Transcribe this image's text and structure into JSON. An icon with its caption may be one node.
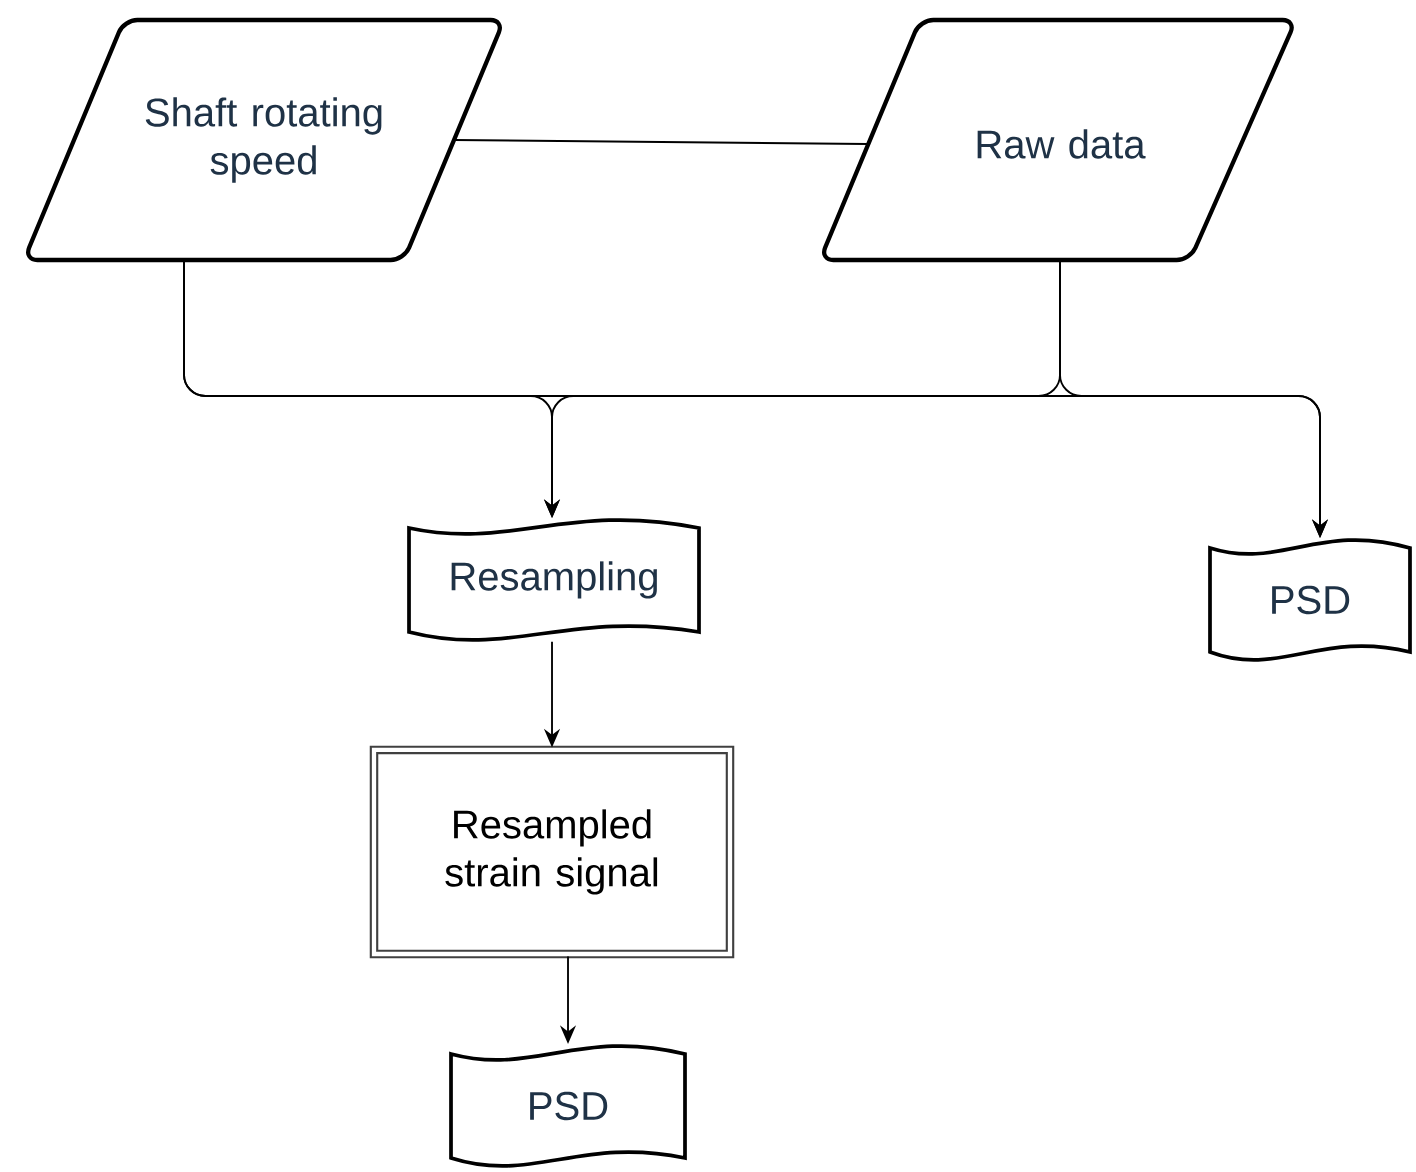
{
  "diagram": {
    "nodes": [
      {
        "text": [
          "Shaft rotating speed"
        ]
      },
      {
        "text": [
          "Raw data"
        ]
      },
      {
        "text": [
          "Resampling"
        ]
      },
      {
        "text": [
          "PSD"
        ]
      },
      {
        "text": [
          "Resampled strain signal"
        ]
      },
      {
        "text": [
          "PSD"
        ]
      }
    ],
    "edges": [
      {
        "from": 0,
        "to": 1,
        "arrow": "none"
      },
      {
        "from": 0,
        "to": 2,
        "arrow": "to"
      },
      {
        "from": 1,
        "to": 2,
        "arrow": "to"
      },
      {
        "from": 0,
        "to": 3,
        "arrow": "to"
      },
      {
        "from": 1,
        "to": 3,
        "arrow": "to"
      },
      {
        "from": 2,
        "to": 4,
        "arrow": "to"
      },
      {
        "from": 4,
        "to": 5,
        "arrow": "to"
      }
    ]
  }
}
